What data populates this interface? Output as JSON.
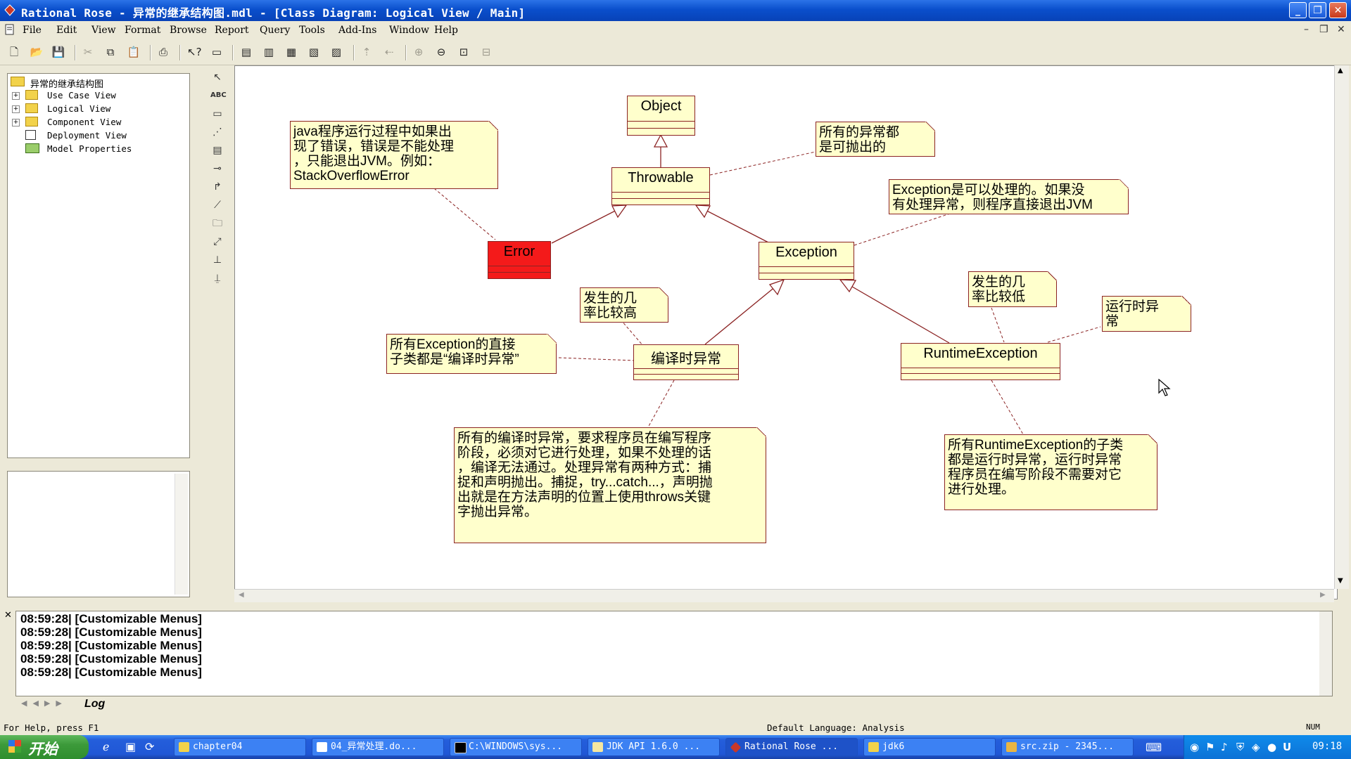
{
  "window": {
    "title": "Rational Rose - 异常的继承结构图.mdl - [Class Diagram: Logical View / Main]",
    "controls": {
      "minimize": "_",
      "restore": "❐",
      "close": "✕"
    }
  },
  "menu": {
    "items": [
      "File",
      "Edit",
      "View",
      "Format",
      "Browse",
      "Report",
      "Query",
      "Tools",
      "Add-Ins",
      "Window",
      "Help"
    ],
    "mdi_controls": [
      "–",
      "❐",
      "✕"
    ]
  },
  "toolbar": {
    "icons": [
      "new-icon",
      "open-icon",
      "save-icon",
      "cut-icon",
      "copy-icon",
      "paste-icon",
      "print-icon",
      "context-help-icon",
      "view-doc-icon",
      "browse-class-icon",
      "browse-interaction-icon",
      "browse-component-icon",
      "browse-deployment-icon",
      "browse-parent-icon",
      "browse-previous-icon",
      "back-icon",
      "zoom-in-icon",
      "zoom-out-icon",
      "fit-window-icon",
      "undo-fit-icon"
    ]
  },
  "browser": {
    "root": "异常的继承结构图",
    "items": [
      {
        "label": "Use Case View",
        "expandable": true
      },
      {
        "label": "Logical View",
        "expandable": true
      },
      {
        "label": "Component View",
        "expandable": true
      },
      {
        "label": "Deployment View",
        "expandable": false
      },
      {
        "label": "Model Properties",
        "expandable": false
      }
    ]
  },
  "palette": {
    "tools": [
      "selection-tool-icon",
      "text-box-icon",
      "note-icon",
      "anchor-note-icon",
      "class-icon",
      "interface-icon",
      "unidirectional-association-icon",
      "association-class-icon",
      "package-icon",
      "dependency-icon",
      "generalization-icon",
      "realization-icon"
    ]
  },
  "diagram": {
    "classes": {
      "object": "Object",
      "throwable": "Throwable",
      "error": "Error",
      "exception": "Exception",
      "checked": "编译时异常",
      "runtime": "RuntimeException"
    },
    "notes": {
      "error_note": [
        "java程序运行过程中如果出",
        "现了错误，错误是不能处理",
        "，只能退出JVM。例如：",
        "StackOverflowError"
      ],
      "throwable_note": [
        "所有的异常都",
        "是可抛出的"
      ],
      "exception_note": [
        "Exception是可以处理的。如果没",
        "有处理异常，则程序直接退出JVM"
      ],
      "checked_prob_note": [
        "发生的几",
        "率比较高"
      ],
      "checked_subclass_note": [
        "所有Exception的直接",
        "子类都是“编译时异常”"
      ],
      "checked_detail_note": [
        "所有的编译时异常，要求程序员在编写程序",
        "阶段，必须对它进行处理，如果不处理的话",
        "，编译无法通过。处理异常有两种方式：捕",
        "捉和声明抛出。捕捉，try...catch...，声明抛",
        "出就是在方法声明的位置上使用throws关键",
        "字抛出异常。"
      ],
      "runtime_prob_note": [
        "发生的几",
        "率比较低"
      ],
      "runtime_label_note": [
        "运行时异",
        "常"
      ],
      "runtime_detail_note": [
        "所有RuntimeException的子类",
        "都是运行时异常，运行时异常",
        "程序员在编写阶段不需要对它",
        "进行处理。"
      ]
    },
    "colors": {
      "class_fill": "#FFFFCC",
      "class_border": "#8B2323",
      "error_fill": "#F41A1A"
    }
  },
  "log": {
    "lines": [
      "08:59:28|  [Customizable Menus]",
      "08:59:28|  [Customizable Menus]",
      "08:59:28|  [Customizable Menus]",
      "08:59:28|  [Customizable Menus]",
      "08:59:28|  [Customizable Menus]"
    ],
    "tab": "Log"
  },
  "status": {
    "help": "For Help, press F1",
    "language": "Default Language: Analysis",
    "num": "NUM"
  },
  "taskbar": {
    "start": "开始",
    "tasks": [
      "chapter04",
      "04_异常处理.do...",
      "C:\\WINDOWS\\sys...",
      "JDK API 1.6.0 ...",
      "Rational Rose ...",
      "jdk6",
      "src.zip - 2345..."
    ],
    "clock": "09:18"
  }
}
